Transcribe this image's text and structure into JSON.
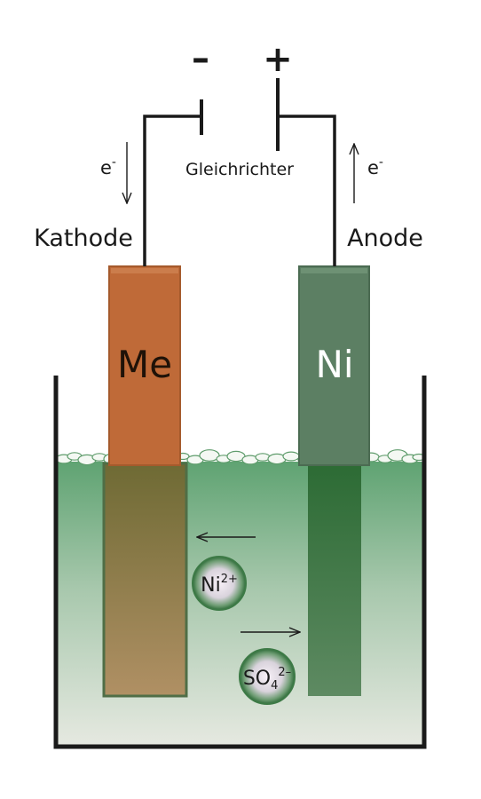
{
  "polarity": {
    "minus": "–",
    "plus": "+"
  },
  "rectifier": {
    "label": "Gleichrichter"
  },
  "electrons": {
    "symbol": "e",
    "superscript": "-"
  },
  "cathode": {
    "label": "Kathode",
    "material": "Me",
    "color": "#bf6a38"
  },
  "anode": {
    "label": "Anode",
    "material": "Ni",
    "color": "#5c7f63"
  },
  "ions": [
    {
      "base": "Ni",
      "sub": "",
      "charge": "2+"
    },
    {
      "base": "SO",
      "sub": "4",
      "charge": "2–"
    }
  ],
  "colors": {
    "electrolyte_top": "#5fa372",
    "electrolyte_bottom": "#e6e9e1",
    "wire": "#1a1a1a",
    "ion_ring": "#4f8f59"
  }
}
